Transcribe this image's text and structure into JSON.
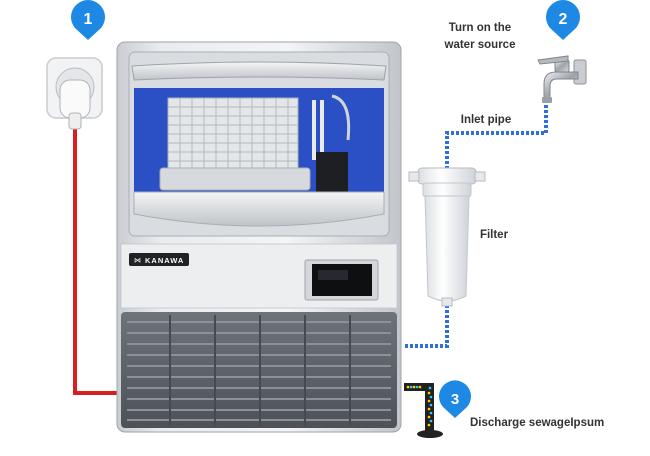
{
  "steps": [
    {
      "number": "1"
    },
    {
      "number": "2",
      "label_lines": [
        "Turn on the",
        "water source"
      ]
    },
    {
      "number": "3",
      "label": "Discharge sewageIpsum"
    }
  ],
  "labels": {
    "inlet_pipe": "Inlet pipe",
    "filter": "Filter"
  },
  "machine": {
    "brand": "KANAWA"
  },
  "colors": {
    "pin_blue": "#1e88e5",
    "power_cable": "#d81e1e",
    "water_pipe": "#2f6fd6",
    "interior_blue": "#2b4fc4"
  },
  "icons": [
    "map-pin-icon",
    "power-socket-icon",
    "water-tap-icon",
    "water-filter-icon",
    "drain-icon"
  ]
}
